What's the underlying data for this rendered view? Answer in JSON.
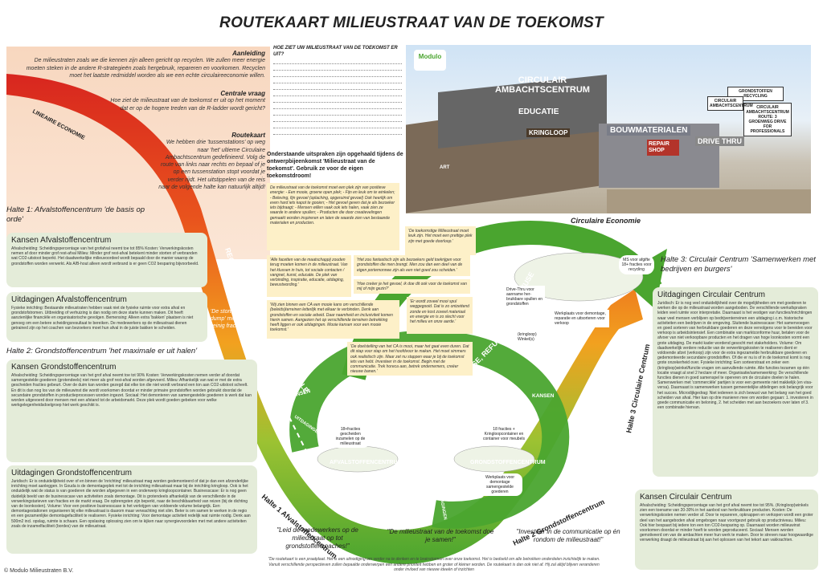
{
  "title": "ROUTEKAART MILIEUSTRAAT VAN DE TOEKOMST",
  "intro": {
    "aanleiding_title": "Aanleiding",
    "aanleiding_text": "De milieustraten zoals we die kennen zijn alleen gericht op recyclen. We zullen meer energie moeten steken in de andere R-strategieën zoals hergebruik, repareren en voorkomen. Recyclen moet het laatste redmiddel worden als we een echte circulaireeconomie willen.",
    "centrale_title": "Centrale vraag",
    "centrale_text": "Hoe ziet de milieustraat van de toekomst er uit op het moment dat er op de hogere treden van de R-ladder wordt gericht?",
    "routekaart_title": "Routekaart",
    "routekaart_text": "We hebben drie 'tussenstations' op weg naar 'het' ultieme Circulaire Ambachtscentrum gedefinieerd. Volg de route van links naar rechts en bepaal of je op een tussenstation stopt voordat je verder rijdt. Het uitstippelen van de reis naar de volgende halte kan natuurlijk altijd!"
  },
  "question": {
    "title": "HOE ZIET UW MILIEUSTRAAT VAN DE TOEKOMST ER UIT?"
  },
  "uitspraken_intro": "Onderstaande uitspraken zijn opgehaald tijdens de ontwerpbijeenkomst 'Milieustraat van de toekomst'. Gebruik ze voor de eigen toekomstdroom!",
  "quotes": {
    "q1": "De milieustraat van de toekomst moet een plek zijn van positieve energie: - Een mooie, groene open plek; - Fijn en leuk om te winkelen; - Beleving, fijn gevoel (oplaching, opgeruimd gevoel) Ook heerlijk om even hard iets kapot te gooien; - Het gevoel geven dat je als bezoeker iets bijdraagt; - Mensen willen vaak ook iets halen, vaak zien ze waarde in andere spullen; - Producten die door creatievelingen gemaakt worden inspireren en laten de waarde zien van bestaande materialen en producten.",
    "q2": "'De toekomstige Milieustraat moet leuk zijn. Het moet een prettige plek zijn met goede doorloop.'",
    "q3": "'Alle facetten van de maatschappij zouden terug moeten komen in de milieustraat. Van het klussen in huis, tot sociale contacten / vangnet, kunst, educatie. De plek van verbinding, inspiratie, educatie, uitdaging, bewustwording.'",
    "q4": "'Het zou fantastisch zijn als bezoekers geld toekrijgen voor grondstoffen die men brengt. Men zou dan een deel van de eigen portemonnee zijn als een niet goed zou scheiden.'",
    "q5": "'Hoe creëer je het gevoel, ik doe dit ook voor de toekomst van mij of mijn gezin?'",
    "q6": "'Wij zien binnen een CA een mooie kans om verschillende (beleids)terreinen letterlijk met elkaar te verbinden. Denk aan grondstoffen en sociale arbeid. Daar naamheid en inclusiviteit komen hierin samen. Aangezien het op verschillende terreinen betrekking heeft liggen er ook uitdagingen. Mooie kansen voor een mooie toekomst.'",
    "q7": "'Er wordt zoveel mooi spul weggegooid. Dat is zo ontzettend zonde en kost zoveel materiaal en energie en is zo slecht voor het milieu en onze aarde.'",
    "q8": "'De doelstelling van het CA is mooi, maar het gaat even duren. Dat dit stap voor stap om het hoofdvoor te maken. Het moet simmers ook realistisch zijn. Maar zet nu stappen waar je bij de toekomst iets van hebt. Investeer in de toekomst. Begin met de communicatie. Trek horeca aan, betrek ondernemers, creëer nieuwe banen.'"
  },
  "photo": {
    "logo": "Modulo",
    "sign_main": "CIRCULAIR AMBACHTSCENTRUM",
    "sign_educatie": "EDUCATIE",
    "sign_kringloop": "KRINGLOOP",
    "sign_bouw": "BOUWMATERIALEN",
    "sign_repair": "REPAIR SHOP",
    "sign_drive": "DRIVE THRU",
    "sign_ca": "CIRCULAIR AMBACHTSCENTRUM",
    "sign_parking": "CIRCULAIR AMBACHTSCENTRUM ROUTE: 3 GROENWEG DRIVE FOR PROFESSIONALS",
    "sign_grond": "GRONDSTOFFEN RECYCLING",
    "sign_art": "ART"
  },
  "curve_labels": {
    "lineaire": "LINEAIRE ECONOMIE",
    "circulaire": "Circulaire Economie",
    "recover": "RECOVER",
    "recycle": "RECYCLE",
    "repurpose": "RE-PURPOSE, REMANUFACTURE",
    "repair": "REPAIR, RE-USE, REFURBISCH",
    "reduce": "REDUCE, REFUSE",
    "kansen1": "KANSEN",
    "uitdagingen1": "UITDAGINGEN",
    "kansen2": "KANSEN",
    "uitdagingen2": "UITDAGINGEN",
    "kansen3": "KANSEN",
    "stort": "'De stort' /'de dump' met te weinig fracties",
    "fracties18a": "18+fracties gescheiden inzamelen op de milieustraat",
    "fracties18b": "18 fracties + Kringloopcontainer en container voor meubels",
    "ms_voor": "MS voor afgifte 18+ fracties voor recycling",
    "drive_thru": "Drive-Thru voor aanname her-bruikbare spullen en grondstoffen",
    "werkplaats_demontage": "Werkplaats voor demontage, reparatie en uitsorteren voor verkoop",
    "kringloop_winkel": "(kringloop) Winkel(s)",
    "werkplaats_samengestelde": "Werkplaats voor demontage samengestelde goederen",
    "afval_label": "AFVALSTOFFENCENTRUM",
    "grond_label": "GRONDSTOFFENCENTRUM",
    "halte1_curve": "Halte 1 Afvalstoffencentrum",
    "halte2_curve": "Halte 2 Grondstoffencentrum",
    "halte3_curve": "Halte 3 Circulaire Centrum"
  },
  "halte1": {
    "title": "Halte 1: Afvalstoffencentrum 'de basis op orde'",
    "kansen_title": "Kansen Afvalstoffencentrum",
    "kansen_text": "Afvalscheiding: Scheidingspercentage van het grofafval neemt toe tot 85% Kosten: Verwerkingskosten nemen af door minder grof rest-afval Milieu: Minder grof rest-afval betekent minder storten of verbranden wat CO2-uitstoot beperkt. Het daadwerkelijke milieuvoordeel wordt bepaald door de manier waarop de grondstoffen worden verwerkt. Als A/B-hout alleen wordt verbrand is er geen CO2 besparing bijvoorbeeld.",
    "uitd_title": "Uitdagingen Afvalstoffencentrum",
    "uitd_text": "Fysieke inrichting: Bestaande milieustraten hebben vaak niet de fysieke ruimte voor extra afval en grondstofstromen. Uitbreiding of verhuizing is dan nodig om deze starte kunnen maken. Dit heeft aanzienlijke financiële en organisatorische gevolgen. Bemensing: Alleen extra 'bakken' plaatsen is niet genoeg om een betere scheidingsresultaat te bereiken. De medewerkers op de milieustraat dienen getrained zijn op het coachen van bezoekers moet hun afval in de juiste bakken te scheiden."
  },
  "halte2": {
    "title": "Halte 2: Grondstoffencentrum 'het maximale er uit halen'",
    "kansen_title": "Kansen Grondstoffencentrum",
    "kansen_text": "Afvalscheiding: Scheidingspercentage van het grof afval neemt toe tot 90% Kosten: Verwerkingskosten nemen verder af doordat samengestelde goederen (grotendeels) niet meer als grof rest-afval worden afgevoerd. Milieu: Afhankelijk van wat er met de extra gescheiden fracties gebeurt. Over de duim kan worden gezegd dat elke ton die niet wordt verbrand een ton aan CO2-uitstoot scheelt. En dit is dan nog los van de milieuwinst die wordt voorkomen doordat er minder primaire grondstoffen worden gebruikt doordat de secundaire grondstoffen in productieprocessen worden ingezet. Sociaal: Het demonteren van samengestelde goederen is werk dat kan worden uitgevoerd door mensen met een afstand tot de arbeidsmarkt. Deze plek wordt goeden gebeken voor welke werkgelegenheidsdoelgroep hiet werk geschikt is.",
    "uitd_title": "Uitdagingen Grondstoffencentrum",
    "uitd_text": "Juridisch: Er is onduidelijkheid over of en binnen de 'inrichting' milieustraat mag worden gedemonteerd of dat je dan een afzonderlijke inrichting moet aanleggen. In Gouda is de demontageplek met tot de inrichting milieustraat maar bij de inrichting kringloop. Ook is het onduidelijk wat de status is van goederen die worden afgegeven in een onderwerp kringloopcontainer. Businesscase: Er is nog geen duidelijk beeld van de businesscase van activiteiten zoals demontage. Dit is grotendeels afhankelijk van de verschillende in de verwerkingstarieven van fracties en de markt vraag. De opbrengsten zijn beperkt, naar de beschikbaarheid van reizen (bij de dichting van de loonkosten). Volume: Voor een positieve businesscase is het verkrijgen van voldoende volume belangrijk. Een demontagestationen organiseren bij elke milieustraat is daarom maar verwachting niet slim. Beter is om samen te werken in de regio en een gezamenlijke demontagefaciliteit te realiseren. Fysieke inrichting: Voor demontage activiteit redelijk wat ruimte nodig. Denk aan 500m2 incl. opslag, ruimte is schaars. Een opslasing oplossing zien om te kijken naar synergievoordelen met met andere activiteiten zoals de inzamelfaciliteit (bordes) van de milieustraat."
  },
  "halte3": {
    "title": "Halte 3: Circulair Centrum 'Samenwerken met bedrijven en burgers'",
    "uitd_title": "Uitdagingen Circulair Centrum",
    "uitd_text": "Juridisch: Er is nog veel onduidelijkheid over de mogelijkheden om met goederen te werken die op de milieustraat worden aangeboden. De verschillende werkafspraken leiden veel ruimte voor interpretatie. Daarnaast is het vestigen van functies/inrichtingen waar veel mensen verblijven op bedrijventerreinen een uitdaging i.c.m. historische activiteiten een bedrijven in de omgeving. Sluitende businesscase: Het samenvoegen en goed sorteren van herbruikbare goederen en deze vervolgens voor te bereiden voor verkoop is arbeidsintensief. Een combinatie van marktconforme huur, betalen voor de afvoer van niet verkoopbare producten en het dragen van hoge loonkosten vormt een grote uitdaging. De markt kader wordend gesocht met stakeholders. Volume: Om daadwerkelijk verdere reductie van de verwerkingskosten te realiseren dient er voldoende afzet (verkoop) zijn voor de extra ingezamelde herbruikbare goederen en gedemonteerde secundaire grondstoffen. Of die er nu is of in de toekomst komt is nog grote onzekerheid over. Fysieke inrichting: Een sorteerstraat en zeker een (kringloop)winkel/functie vragen om aanvullende ruimte. Alle functies tezamen op één locatie vraagt al snel 2 hectare of meer. Organisatie/samenwerking: De verschillende functies dienen in goed samenspel te opereren om de circulaire doelen te halen. Samenwerken met 'commerciële' partijen is voor een gemeente niet makkelijk (en visa-versa). Daarnaast is samenwerken tussen gemeentelijke afdelingen ook belangrijk voor het succes. Microdijkgedrag: Niet iedereen is zich bewust van het belang van het goed scheiden van afval. Hier kan op drie manieren mee om worden gegaan: 1. investeren in goede communicatie en beloning, 2. het scheiden met aan bezoekers over laten of 3. een combinatie hiervan.",
    "kansen_title": "Kansen Circulair Centrum",
    "kansen_text": "Afvalscheiding: Scheidingspercentage van het grof afval neemt toe tot 95%. (Kringloop)winkels zien een toename van 20-30% in het aanbod van herbruikbare producten. Kosten: De verwerkingskosten nemen verder af. Door te repareren, opknappen en verkopen wordt een groter deel van het aangeboden afval omgebogen naar voortgezet gebruik op productniveau. Milieu: Ook hier bespaart bij iedere ton een ton CO2-besparing op. Daarnaast worden milieuwinst voorkomen doordat er minder hoeft te worden geproduceerd. Sociaal: Mensen worden gemotiveerd om van de ambachten meer hun werk te maken. Door te streven naar hoogwaardige verwerking draagt de milieustraat bij aan het oplossen van het tekort aan vakkrachten."
  },
  "bottom_quotes": {
    "q1": "\"Leid de medewerkers op de milieustraat op tot grondstoffencoaches!\"",
    "q2": "\"De milieustraat van de toekomst doe je samen!\"",
    "q3": "\"Investeer in de communicatie op én rondom de milieustraat!\""
  },
  "footnote": "\"De routekaart is een praatplaat. Het is een uitnodiging om verder na te denken en te brainstormen over onze toekomst. Het is bedoeld om alle betrokken onderdelen inzichtelijk te maken. Vanuit verschillende perspectieven zullen bepaalde onderwerpen een andere prioriteit hebben en groter of kleiner worden. De routekaart is dan ook niet af. Hij zal altijd blijven veranderen onder invloed van nieuwe ideeën of inzichten",
  "copyright": "© Modulo Milieustraten B.V.",
  "colors": {
    "green": "#4aa52f",
    "red": "#d8261f",
    "orange": "#f08a1c",
    "box_green": "#e4ecd9",
    "quote_yellow": "#fdf0c8",
    "intro_peach": "#f8d7bf"
  }
}
